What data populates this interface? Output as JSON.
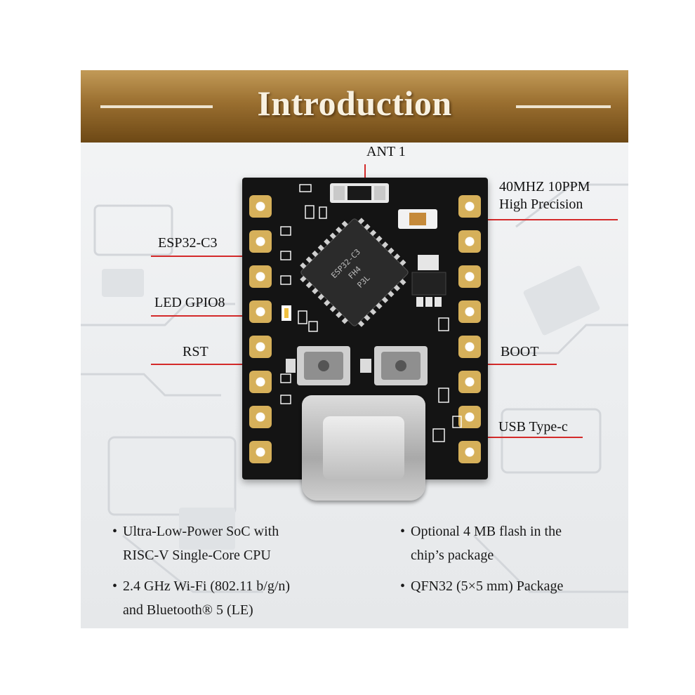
{
  "banner": {
    "title": "Introduction"
  },
  "labels": {
    "ant": "ANT 1",
    "crystal_line1": "40MHZ 10PPM",
    "crystal_line2": "High Precision",
    "chip": "ESP32-C3",
    "led": "LED GPIO8",
    "rst": "RST",
    "boot": "BOOT",
    "usb": "USB Type-c"
  },
  "chip_marking": [
    "ESP32-C3",
    "FH4",
    "P3L"
  ],
  "bullets": {
    "left": [
      {
        "line1": "Ultra-Low-Power SoC with",
        "line2": "RISC-V Single-Core CPU"
      },
      {
        "line1": "2.4 GHz Wi-Fi (802.11 b/g/n)",
        "line2": "and Bluetooth® 5 (LE)"
      }
    ],
    "right": [
      {
        "line1": "Optional 4 MB flash in the",
        "line2": "chip’s package"
      },
      {
        "line1": "QFN32 (5×5 mm) Package",
        "line2": ""
      }
    ],
    "bullet_char": "•"
  },
  "colors": {
    "banner_top": "#c29a57",
    "banner_bottom": "#6d4815",
    "callout_line": "#d42a2a",
    "pcb": "#141414",
    "pad_gold": "#d6b05a"
  }
}
